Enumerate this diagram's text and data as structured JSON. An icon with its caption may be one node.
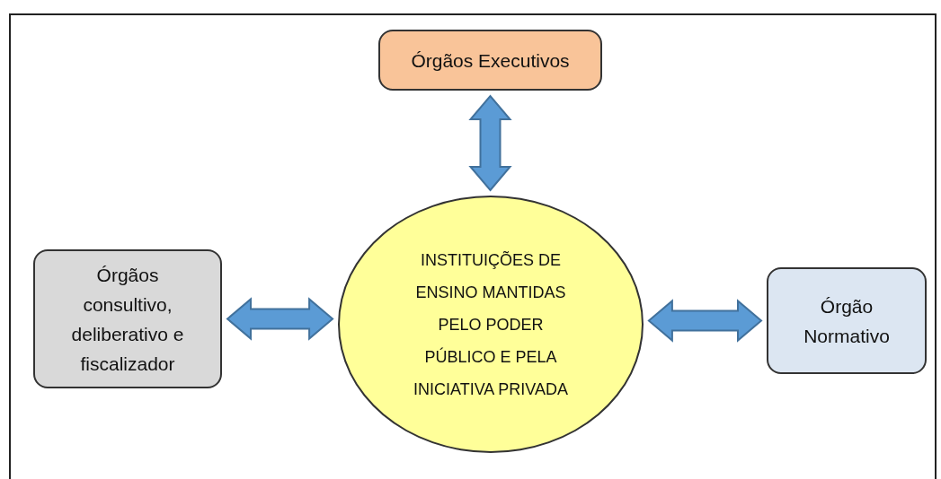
{
  "diagram": {
    "nodes": [
      {
        "text": [
          "Órgãos Executivos"
        ]
      },
      {
        "text": [
          "Órgãos consultivo, deliberativo e fiscalizador"
        ]
      },
      {
        "text": [
          "INSTITUIÇÕES DE ENSINO MANTIDAS PELO PODER PÚBLICO E PELA INICIATIVA PRIVADA"
        ]
      },
      {
        "text": [
          "Órgão Normativo"
        ]
      }
    ],
    "edges": [
      {
        "from": 2,
        "to": 0,
        "arrow": "both"
      },
      {
        "from": 1,
        "to": 2,
        "arrow": "both"
      },
      {
        "from": 2,
        "to": 3,
        "arrow": "both"
      }
    ]
  }
}
